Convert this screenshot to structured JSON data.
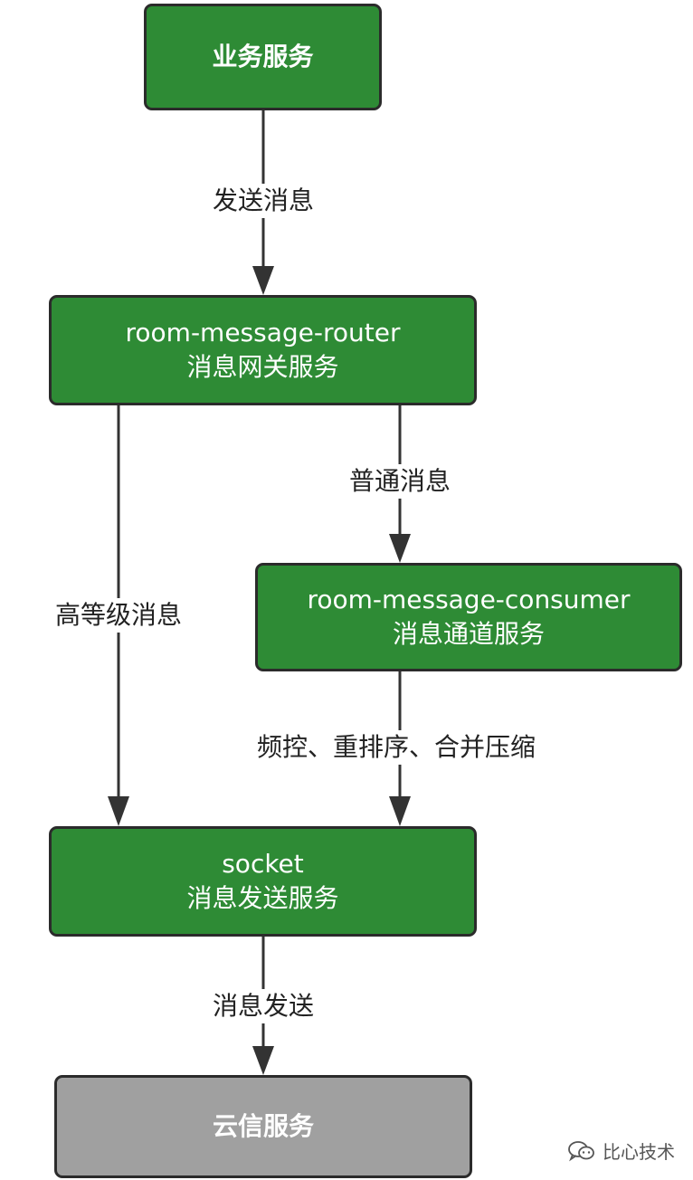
{
  "colors": {
    "primary_node": "#2e8b35",
    "terminal_node": "#a0a0a0",
    "border": "#2b2b2b",
    "edge": "#333333"
  },
  "nodes": {
    "business": {
      "lines": [
        "业务服务"
      ]
    },
    "router": {
      "lines": [
        "room-message-router",
        "消息网关服务"
      ]
    },
    "consumer": {
      "lines": [
        "room-message-consumer",
        "消息通道服务"
      ]
    },
    "socket": {
      "lines": [
        "socket",
        "消息发送服务"
      ]
    },
    "yunxin": {
      "lines": [
        "云信服务"
      ]
    }
  },
  "edges": {
    "send_message": "发送消息",
    "normal_message": "普通消息",
    "high_priority_message": "高等级消息",
    "consumer_processing": "频控、重排序、合并压缩",
    "message_delivery": "消息发送"
  },
  "watermark": {
    "icon": "wechat-chat-icon",
    "text": "比心技术"
  }
}
